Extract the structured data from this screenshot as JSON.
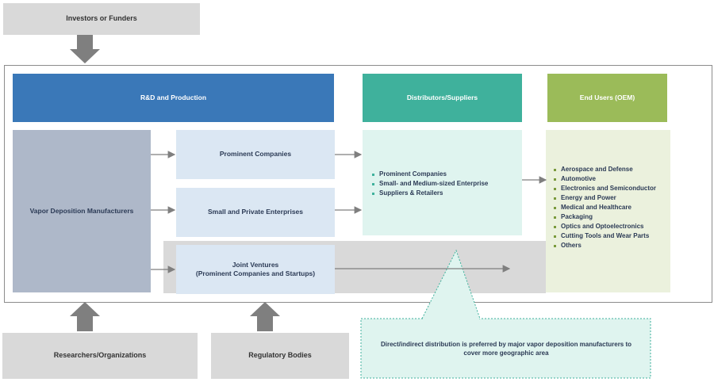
{
  "investors": {
    "label": "Investors or Funders"
  },
  "headers": {
    "rd": "R&D and Production",
    "distributors": "Distributors/Suppliers",
    "end_users": "End Users (OEM)"
  },
  "manufacturers": {
    "label": "Vapor Deposition Manufacturers"
  },
  "segments": {
    "prominent": "Prominent Companies",
    "small_private": "Small and Private Enterprises",
    "joint_line1": "Joint Ventures",
    "joint_line2": "(Prominent Companies and Startups)"
  },
  "distributors_list": [
    "Prominent Companies",
    "Small- and Medium-sized Enterprise",
    "Suppliers & Retailers"
  ],
  "end_users_list": [
    "Aerospace and Defense",
    "Automotive",
    "Electronics and Semiconductor",
    "Energy and Power",
    "Medical and Healthcare",
    "Packaging",
    "Optics and Optoelectronics",
    "Cutting Tools and Wear Parts",
    "Others"
  ],
  "bottom": {
    "researchers": "Researchers/Organizations",
    "regulatory": "Regulatory Bodies"
  },
  "callout": {
    "text": "Direct/indirect distribution is preferred by major vapor deposition manufacturers to cover more geographic area"
  },
  "colors": {
    "rd_header": "#3a78b8",
    "distributors_header": "#3fb19c",
    "end_users_header": "#9bbb59",
    "arrow": "#7f7f7f"
  }
}
